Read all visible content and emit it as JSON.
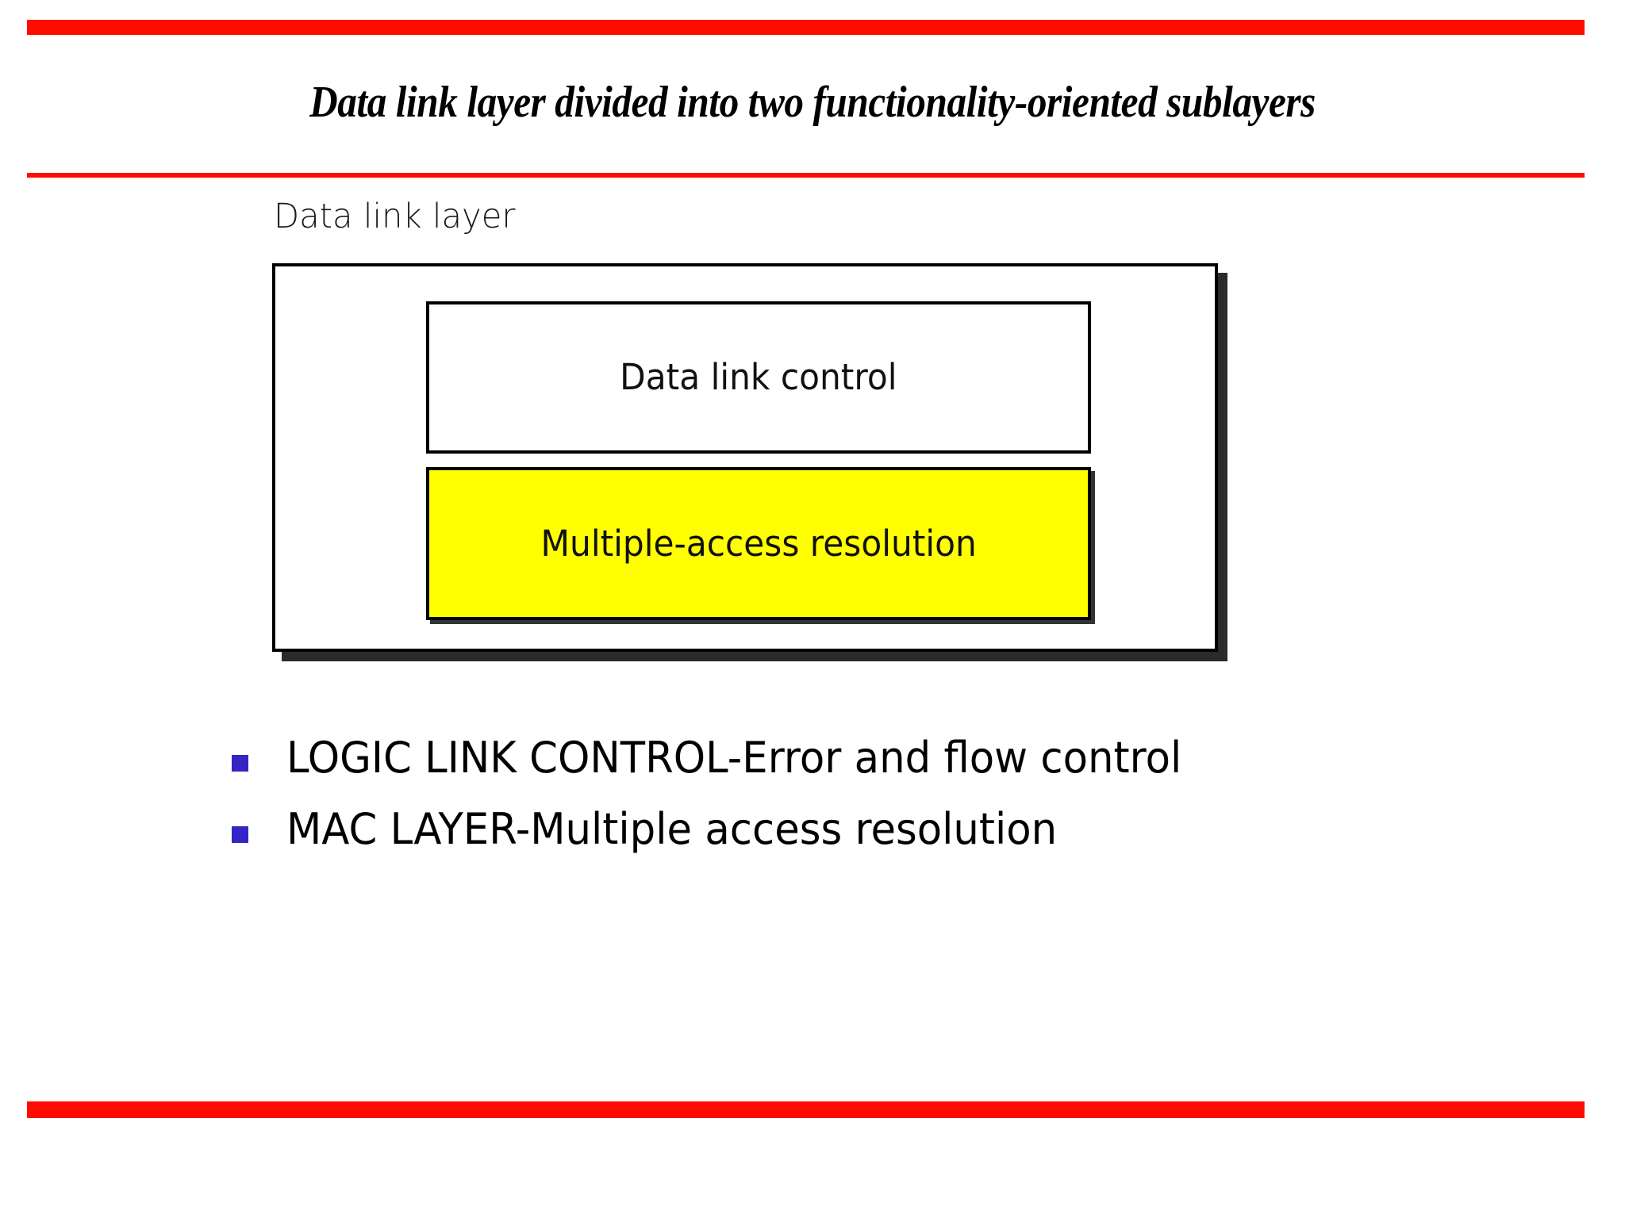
{
  "slide": {
    "title": "Data link layer divided into two functionality-oriented sublayers",
    "background_color": "#FFFFFF"
  },
  "decorations": {
    "top_rule_color": "#FF0C00",
    "title_rule_color": "#FF0C00",
    "bottom_rule_color": "#FF0C00"
  },
  "figure": {
    "caption": "Data link layer",
    "outer_box": {
      "fill": "#FFFFFF",
      "border_color": "#000000",
      "shadow_color": "#2B2B2B"
    },
    "sublayers": [
      {
        "label": "Data link control",
        "fill": "#FFFFFF",
        "border_color": "#000000"
      },
      {
        "label": "Multiple-access resolution",
        "fill": "#FFFF00",
        "border_color": "#000000"
      }
    ]
  },
  "bullets": {
    "marker_color": "#3526C4",
    "items": [
      {
        "text": "LOGIC LINK CONTROL-Error and flow control"
      },
      {
        "text": "MAC LAYER-Multiple access resolution"
      }
    ]
  }
}
